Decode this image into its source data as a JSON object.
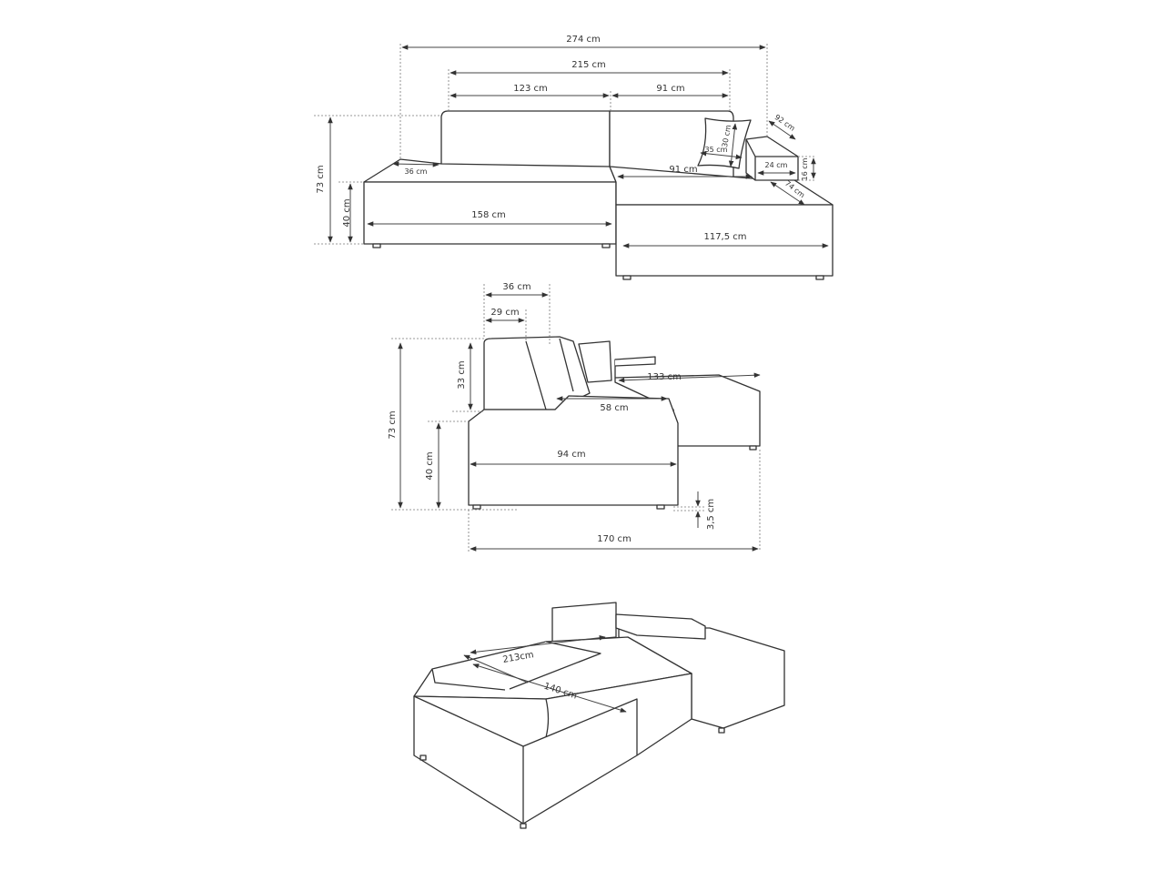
{
  "front_view": {
    "overall_width": "274 cm",
    "back_width": "215 cm",
    "left_back_width": "123 cm",
    "right_back_width": "91 cm",
    "armrest_depth": "36 cm",
    "seat_width": "158 cm",
    "seat_height": "40 cm",
    "total_height": "73 cm",
    "chaise_back_width": "91 cm",
    "chaise_width": "117,5 cm",
    "pillow_width": "35 cm",
    "pillow_height": "30 cm",
    "arm_length": "92 cm",
    "arm_width": "24 cm",
    "arm_height": "16 cm",
    "arm_depth": "74 cm"
  },
  "side_view": {
    "back_depth": "36 cm",
    "back_top_depth": "29 cm",
    "back_height": "33 cm",
    "total_height": "73 cm",
    "seat_height": "40 cm",
    "chaise_length": "133 cm",
    "seat_depth_inner": "58 cm",
    "seat_depth": "94 cm",
    "leg_height": "3,5 cm",
    "total_depth": "170 cm"
  },
  "bed_view": {
    "bed_length": "213cm",
    "bed_width": "140 cm"
  }
}
